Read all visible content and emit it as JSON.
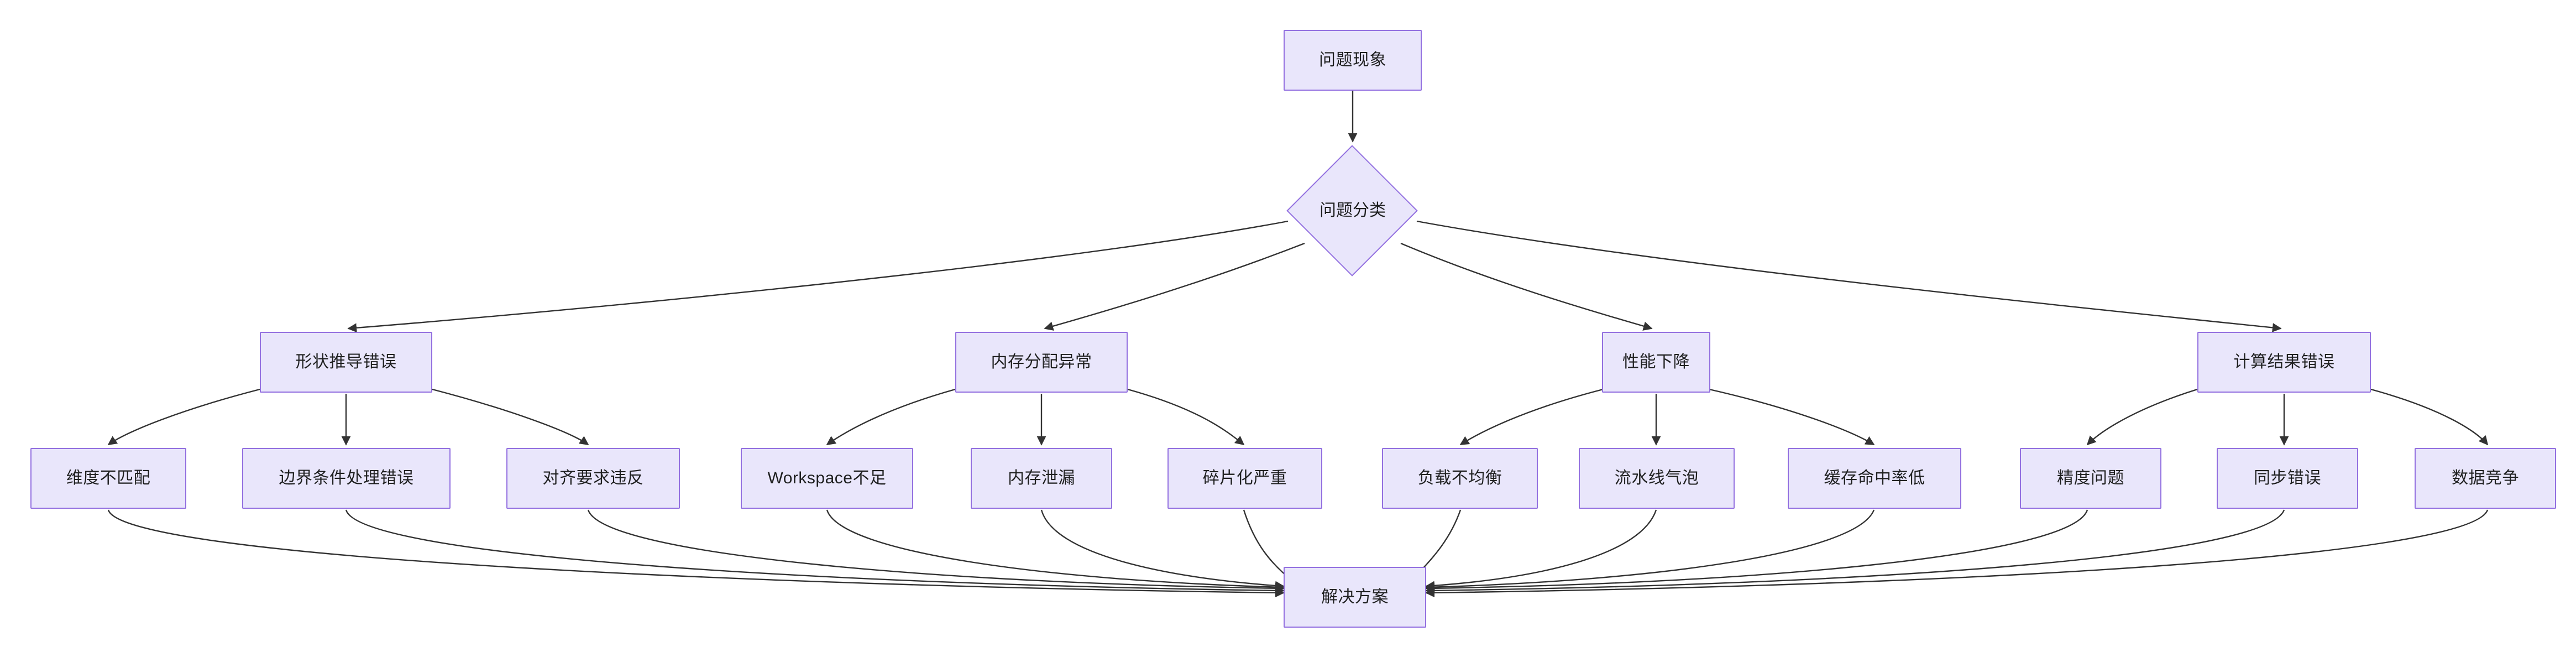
{
  "diagram": {
    "type": "flowchart",
    "direction": "top-down",
    "theme": {
      "node_fill": "#e9e6fb",
      "node_border": "#9370e0",
      "edge_color": "#333333",
      "text_color": "#1f2020",
      "background": "#ffffff"
    },
    "nodes": {
      "root": {
        "label": "问题现象",
        "shape": "rect"
      },
      "classify": {
        "label": "问题分类",
        "shape": "diamond"
      },
      "cat1": {
        "label": "形状推导错误",
        "shape": "rect"
      },
      "cat2": {
        "label": "内存分配异常",
        "shape": "rect"
      },
      "cat3": {
        "label": "性能下降",
        "shape": "rect"
      },
      "cat4": {
        "label": "计算结果错误",
        "shape": "rect"
      },
      "leaf1": {
        "label": "维度不匹配",
        "shape": "rect"
      },
      "leaf2": {
        "label": "边界条件处理错误",
        "shape": "rect"
      },
      "leaf3": {
        "label": "对齐要求违反",
        "shape": "rect"
      },
      "leaf4": {
        "label": "Workspace不足",
        "shape": "rect"
      },
      "leaf5": {
        "label": "内存泄漏",
        "shape": "rect"
      },
      "leaf6": {
        "label": "碎片化严重",
        "shape": "rect"
      },
      "leaf7": {
        "label": "负载不均衡",
        "shape": "rect"
      },
      "leaf8": {
        "label": "流水线气泡",
        "shape": "rect"
      },
      "leaf9": {
        "label": "缓存命中率低",
        "shape": "rect"
      },
      "leaf10": {
        "label": "精度问题",
        "shape": "rect"
      },
      "leaf11": {
        "label": "同步错误",
        "shape": "rect"
      },
      "leaf12": {
        "label": "数据竞争",
        "shape": "rect"
      },
      "solution": {
        "label": "解决方案",
        "shape": "rect"
      }
    },
    "edges": [
      {
        "from": "root",
        "to": "classify"
      },
      {
        "from": "classify",
        "to": "cat1"
      },
      {
        "from": "classify",
        "to": "cat2"
      },
      {
        "from": "classify",
        "to": "cat3"
      },
      {
        "from": "classify",
        "to": "cat4"
      },
      {
        "from": "cat1",
        "to": "leaf1"
      },
      {
        "from": "cat1",
        "to": "leaf2"
      },
      {
        "from": "cat1",
        "to": "leaf3"
      },
      {
        "from": "cat2",
        "to": "leaf4"
      },
      {
        "from": "cat2",
        "to": "leaf5"
      },
      {
        "from": "cat2",
        "to": "leaf6"
      },
      {
        "from": "cat3",
        "to": "leaf7"
      },
      {
        "from": "cat3",
        "to": "leaf8"
      },
      {
        "from": "cat3",
        "to": "leaf9"
      },
      {
        "from": "cat4",
        "to": "leaf10"
      },
      {
        "from": "cat4",
        "to": "leaf11"
      },
      {
        "from": "cat4",
        "to": "leaf12"
      },
      {
        "from": "leaf1",
        "to": "solution"
      },
      {
        "from": "leaf2",
        "to": "solution"
      },
      {
        "from": "leaf3",
        "to": "solution"
      },
      {
        "from": "leaf4",
        "to": "solution"
      },
      {
        "from": "leaf5",
        "to": "solution"
      },
      {
        "from": "leaf6",
        "to": "solution"
      },
      {
        "from": "leaf7",
        "to": "solution"
      },
      {
        "from": "leaf8",
        "to": "solution"
      },
      {
        "from": "leaf9",
        "to": "solution"
      },
      {
        "from": "leaf10",
        "to": "solution"
      },
      {
        "from": "leaf11",
        "to": "solution"
      },
      {
        "from": "leaf12",
        "to": "solution"
      }
    ]
  }
}
